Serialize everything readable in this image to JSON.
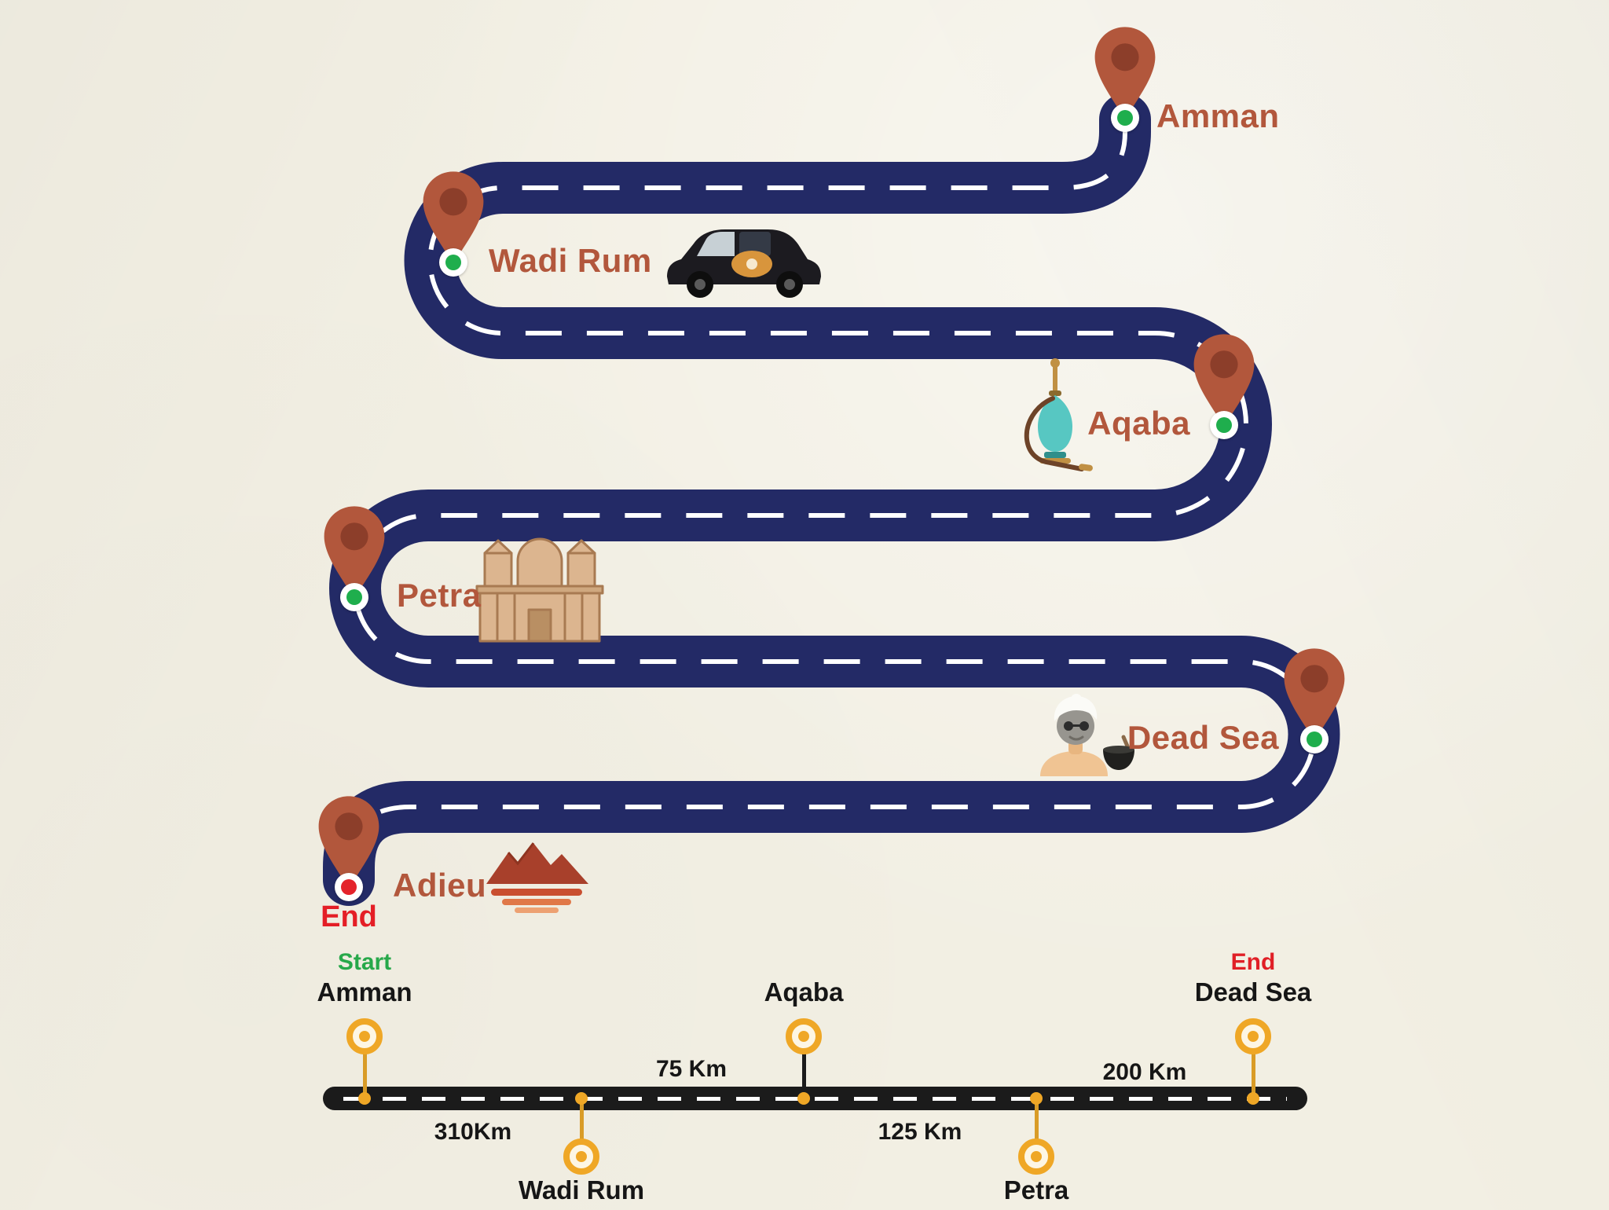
{
  "route": {
    "stops": [
      {
        "label": "Amman",
        "marker": "green"
      },
      {
        "label": "Wadi Rum",
        "marker": "green"
      },
      {
        "label": "Aqaba",
        "marker": "green"
      },
      {
        "label": "Petra",
        "marker": "green"
      },
      {
        "label": "Dead Sea",
        "marker": "green"
      },
      {
        "label": "Adieu",
        "sublabel": "End",
        "marker": "red"
      }
    ]
  },
  "timeline": {
    "stops": [
      {
        "tag": "Start",
        "label": "Amman"
      },
      {
        "label": "Wadi Rum"
      },
      {
        "label": "Aqaba"
      },
      {
        "label": "Petra"
      },
      {
        "tag": "End",
        "label": "Dead Sea"
      }
    ],
    "distances": [
      "310Km",
      "75 Km",
      "125 Km",
      "200 Km"
    ]
  },
  "icons": {
    "pin": "map-pin-icon",
    "car": "suv-car-icon",
    "hookah": "hookah-icon",
    "monastery": "petra-monastery-icon",
    "spa": "mud-mask-spa-icon",
    "desert": "desert-mountains-icon"
  },
  "colors": {
    "background": "#f2efe3",
    "road": "#232a66",
    "road_dash": "#ffffff",
    "pin": "#b2573c",
    "pin_hole": "#8c3e2a",
    "stop_green": "#1fae4d",
    "stop_red": "#e4232b",
    "route_label": "#b2573c",
    "timeline_bar": "#1b1b1b",
    "timeline_gold": "#efa726",
    "start_green": "#27a84a",
    "end_red": "#e01f26",
    "text_dark": "#161616"
  }
}
